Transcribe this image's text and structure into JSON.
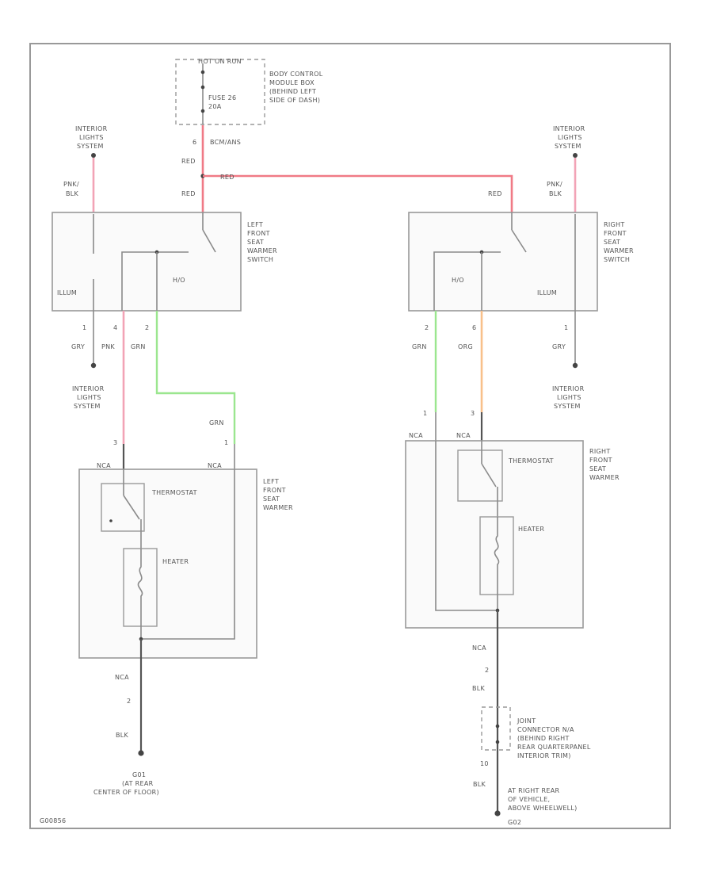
{
  "fuse_box": {
    "hot": "HOT ON RUN",
    "fuse": [
      "FUSE 26",
      "20A"
    ],
    "label": [
      "BODY CONTROL",
      "MODULE BOX",
      "(BEHIND LEFT",
      "SIDE OF DASH)"
    ],
    "pin": "6",
    "conn": "BCM/ANS"
  },
  "left_switch": {
    "label": [
      "LEFT",
      "FRONT",
      "SEAT",
      "WARMER",
      "SWITCH"
    ],
    "illum": "ILLUM",
    "hi": "H/O",
    "top_label": [
      "INTERIOR",
      "LIGHTS",
      "SYSTEM"
    ],
    "top_wire": [
      "PNK/",
      "BLK"
    ],
    "red_top": "RED",
    "red_bottom": "RED",
    "pins": [
      "1",
      "4",
      "2"
    ],
    "wire_colors": [
      "GRY",
      "PNK",
      "GRN"
    ],
    "bottom_label": [
      "INTERIOR",
      "LIGHTS",
      "SYSTEM"
    ]
  },
  "red_bus": "RED",
  "right_switch": {
    "label": [
      "RIGHT",
      "FRONT",
      "SEAT",
      "WARMER",
      "SWITCH"
    ],
    "illum": "ILLUM",
    "hi": "H/O",
    "top_label": [
      "INTERIOR",
      "LIGHTS",
      "SYSTEM"
    ],
    "top_wire": [
      "PNK/",
      "BLK"
    ],
    "red": "RED",
    "pins": [
      "2",
      "6",
      "1"
    ],
    "wire_colors": [
      "GRN",
      "ORG",
      "GRY"
    ],
    "bottom_label": [
      "INTERIOR",
      "LIGHTS",
      "SYSTEM"
    ]
  },
  "left_warmer": {
    "label": [
      "LEFT",
      "FRONT",
      "SEAT",
      "WARMER"
    ],
    "thermostat": "THERMOSTAT",
    "heater": "HEATER",
    "grn": "GRN",
    "pin3": "3",
    "pin1": "1",
    "nca1": "NCA",
    "nca2": "NCA",
    "nca_bottom": "NCA",
    "pin2": "2",
    "blk": "BLK",
    "ground": [
      "G01",
      "(AT REAR",
      "CENTER OF FLOOR)"
    ]
  },
  "right_warmer": {
    "label": [
      "RIGHT",
      "FRONT",
      "SEAT",
      "WARMER"
    ],
    "thermostat": "THERMOSTAT",
    "heater": "HEATER",
    "pin1": "1",
    "pin3": "3",
    "nca1": "NCA",
    "nca2": "NCA",
    "nca_bottom": "NCA",
    "pin2": "2",
    "blk": "BLK",
    "joint": [
      "JOINT",
      "CONNECTOR N/A",
      "(BEHIND RIGHT",
      "REAR QUARTERPANEL",
      "INTERIOR TRIM)"
    ],
    "pin10": "10",
    "blk2": "BLK",
    "ground": [
      "AT RIGHT REAR",
      "OF VEHICLE,",
      "ABOVE WHEELWELL)",
      "G02"
    ]
  },
  "figure_code": "G00856"
}
